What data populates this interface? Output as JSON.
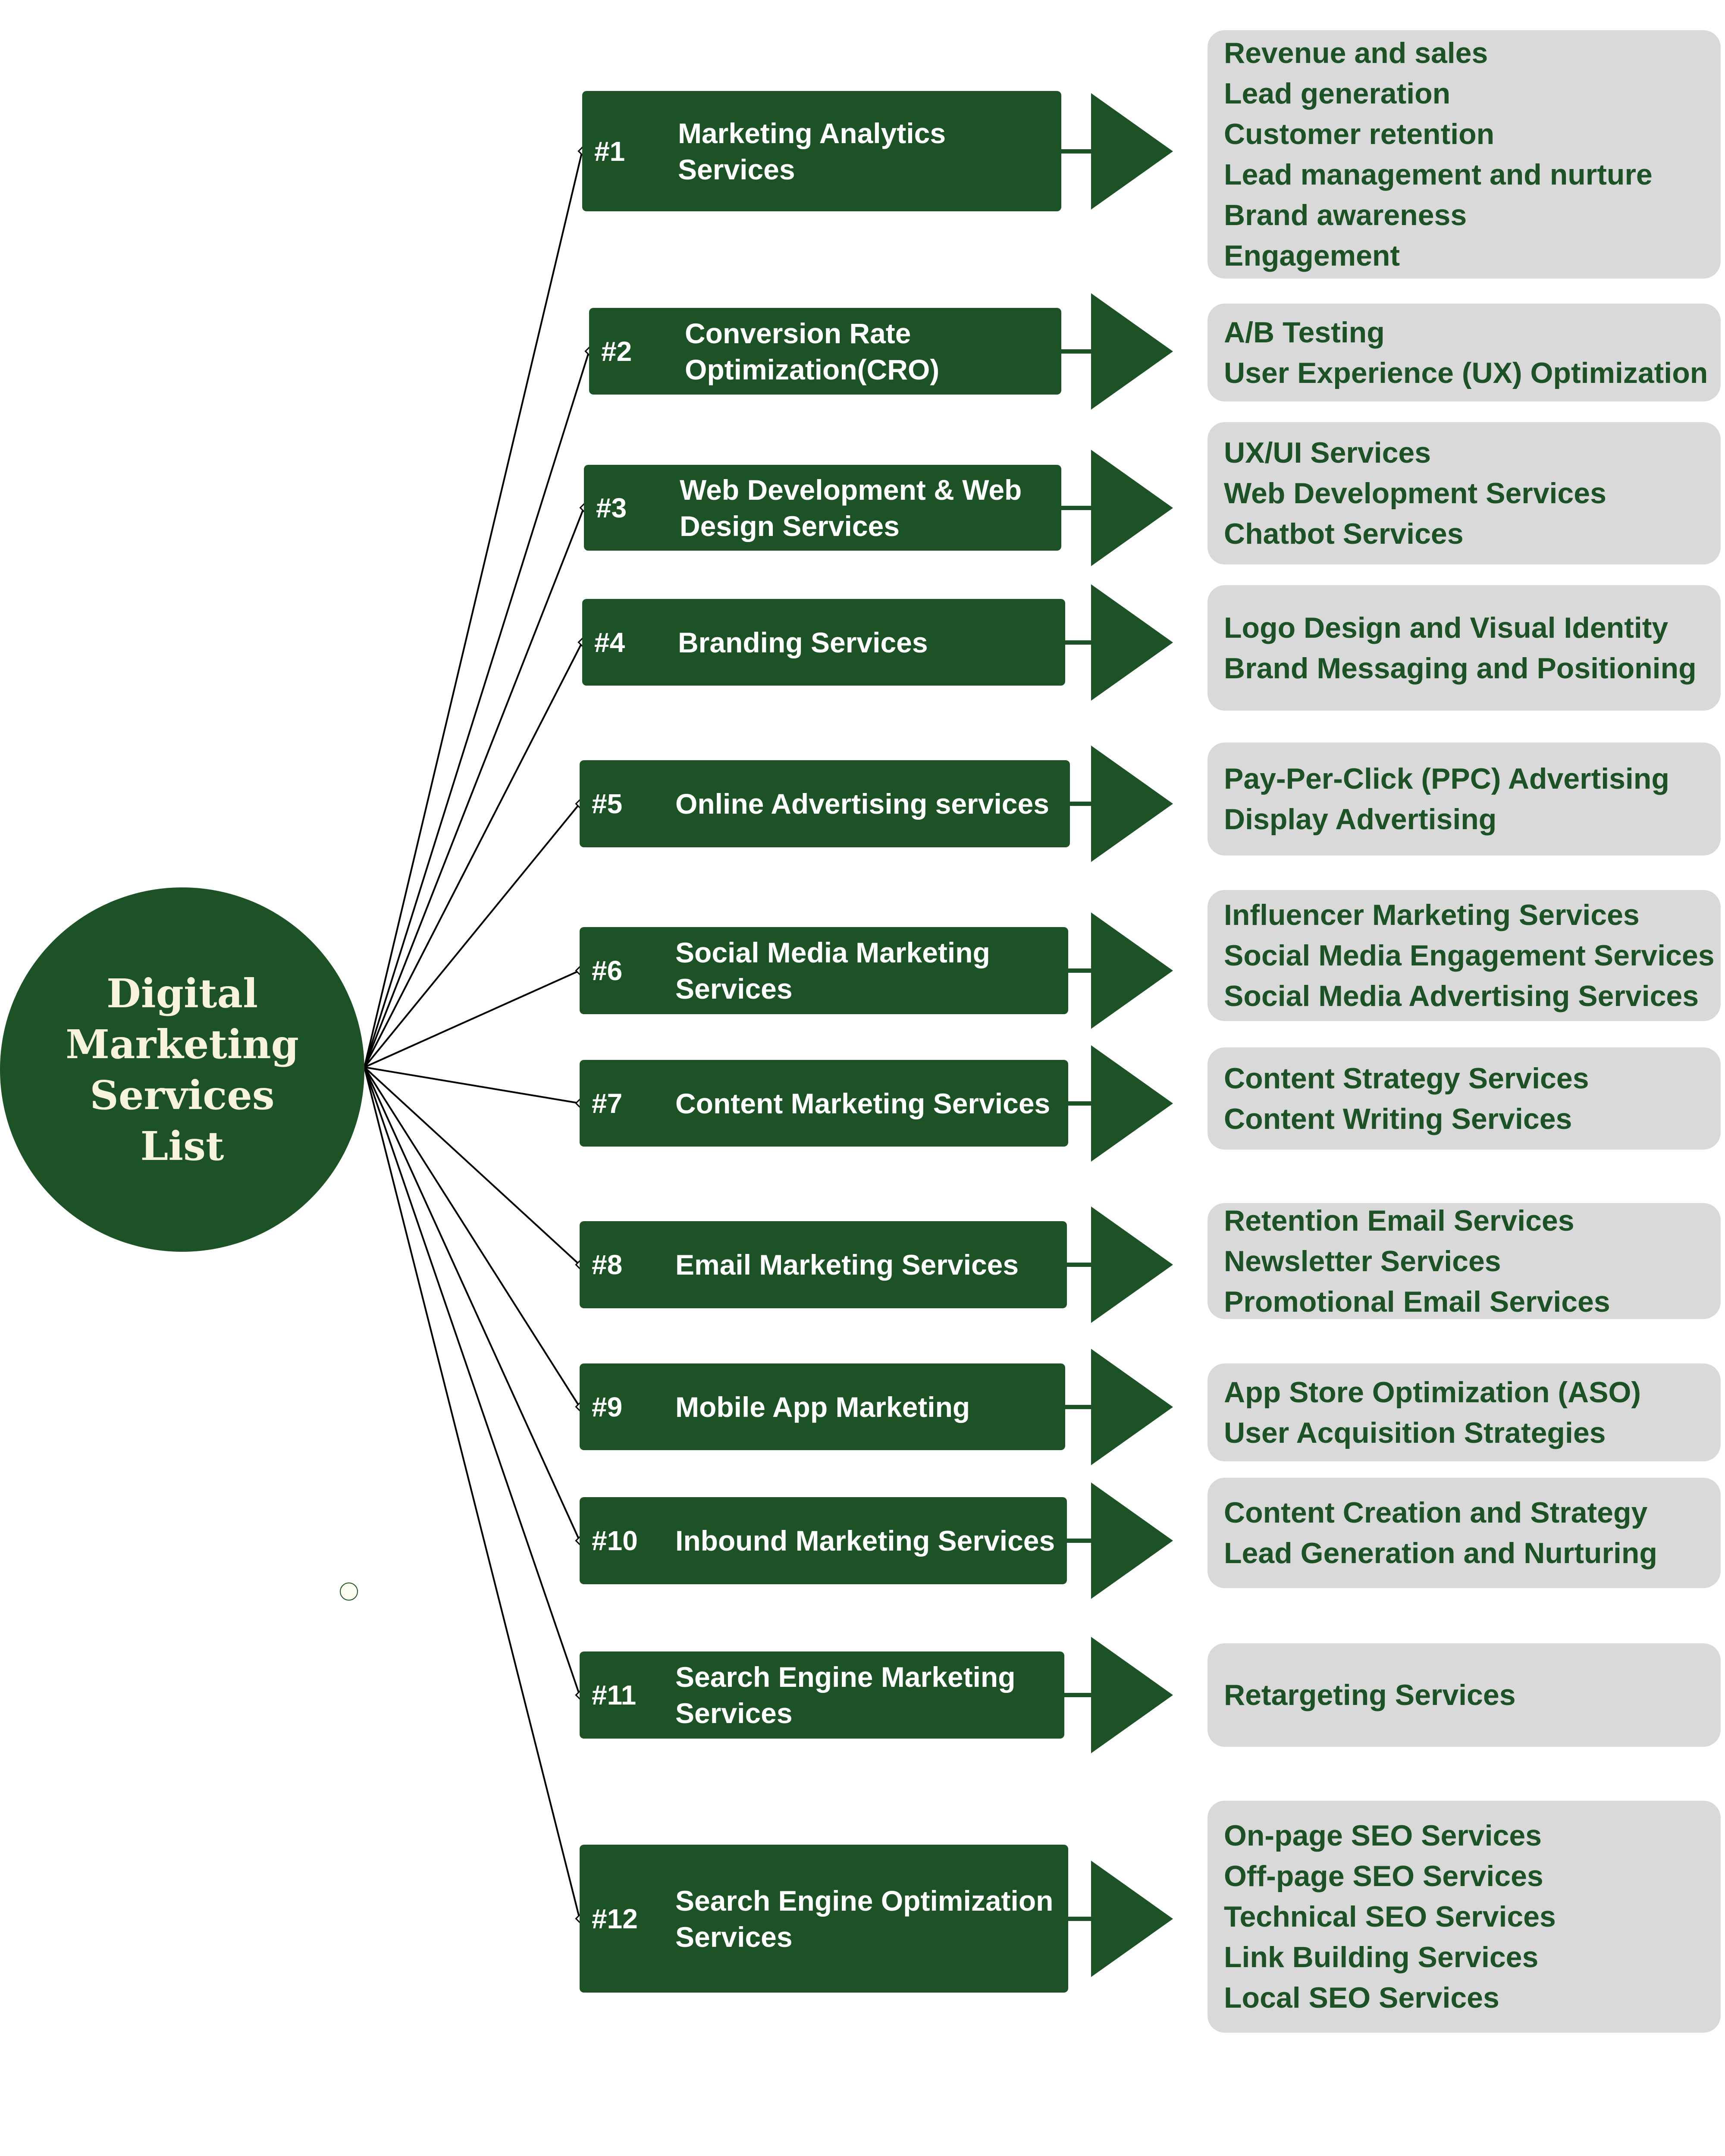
{
  "hub": {
    "title": "Digital Marketing Services List",
    "color": "#1c5225",
    "text_color": "#f8f4dc"
  },
  "colors": {
    "primary_green": "#1c5225",
    "card_gray": "#d9d9d9",
    "connector": "#000000"
  },
  "services": [
    {
      "number": "#1",
      "title": "Marketing Analytics Services",
      "subservices": [
        "Revenue and sales",
        "Lead generation",
        "Customer retention",
        "Lead management and nurture",
        "Brand awareness",
        "Engagement"
      ]
    },
    {
      "number": "#2",
      "title": "Conversion Rate Optimization(CRO)",
      "subservices": [
        "A/B Testing",
        "User Experience (UX) Optimization"
      ]
    },
    {
      "number": "#3",
      "title": "Web Development & Web Design Services",
      "subservices": [
        "UX/UI Services",
        "Web Development Services",
        "Chatbot Services"
      ]
    },
    {
      "number": "#4",
      "title": "Branding Services",
      "subservices": [
        "Logo Design and Visual Identity",
        "Brand Messaging and Positioning"
      ]
    },
    {
      "number": "#5",
      "title": "Online Advertising services",
      "subservices": [
        "Pay-Per-Click (PPC) Advertising",
        "Display Advertising"
      ]
    },
    {
      "number": "#6",
      "title": "Social Media Marketing Services",
      "subservices": [
        "Influencer Marketing Services",
        "Social Media Engagement Services",
        "Social Media Advertising Services"
      ]
    },
    {
      "number": "#7",
      "title": "Content Marketing Services",
      "subservices": [
        "Content Strategy Services",
        "Content Writing Services"
      ]
    },
    {
      "number": "#8",
      "title": "Email Marketing Services",
      "subservices": [
        "Retention Email Services",
        "Newsletter Services",
        "Promotional Email Services"
      ]
    },
    {
      "number": "#9",
      "title": "Mobile App Marketing",
      "subservices": [
        "App Store Optimization (ASO)",
        "User Acquisition Strategies"
      ]
    },
    {
      "number": "#10",
      "title": "Inbound Marketing Services",
      "subservices": [
        "Content Creation and Strategy",
        "Lead Generation and Nurturing"
      ]
    },
    {
      "number": "#11",
      "title": "Search Engine Marketing Services",
      "subservices": [
        "Retargeting Services"
      ]
    },
    {
      "number": "#12",
      "title": "Search Engine Optimization Services",
      "subservices": [
        "On-page SEO Services",
        "Off-page SEO Services",
        "Technical SEO Services",
        "Link Building Services",
        "Local SEO Services"
      ]
    }
  ]
}
